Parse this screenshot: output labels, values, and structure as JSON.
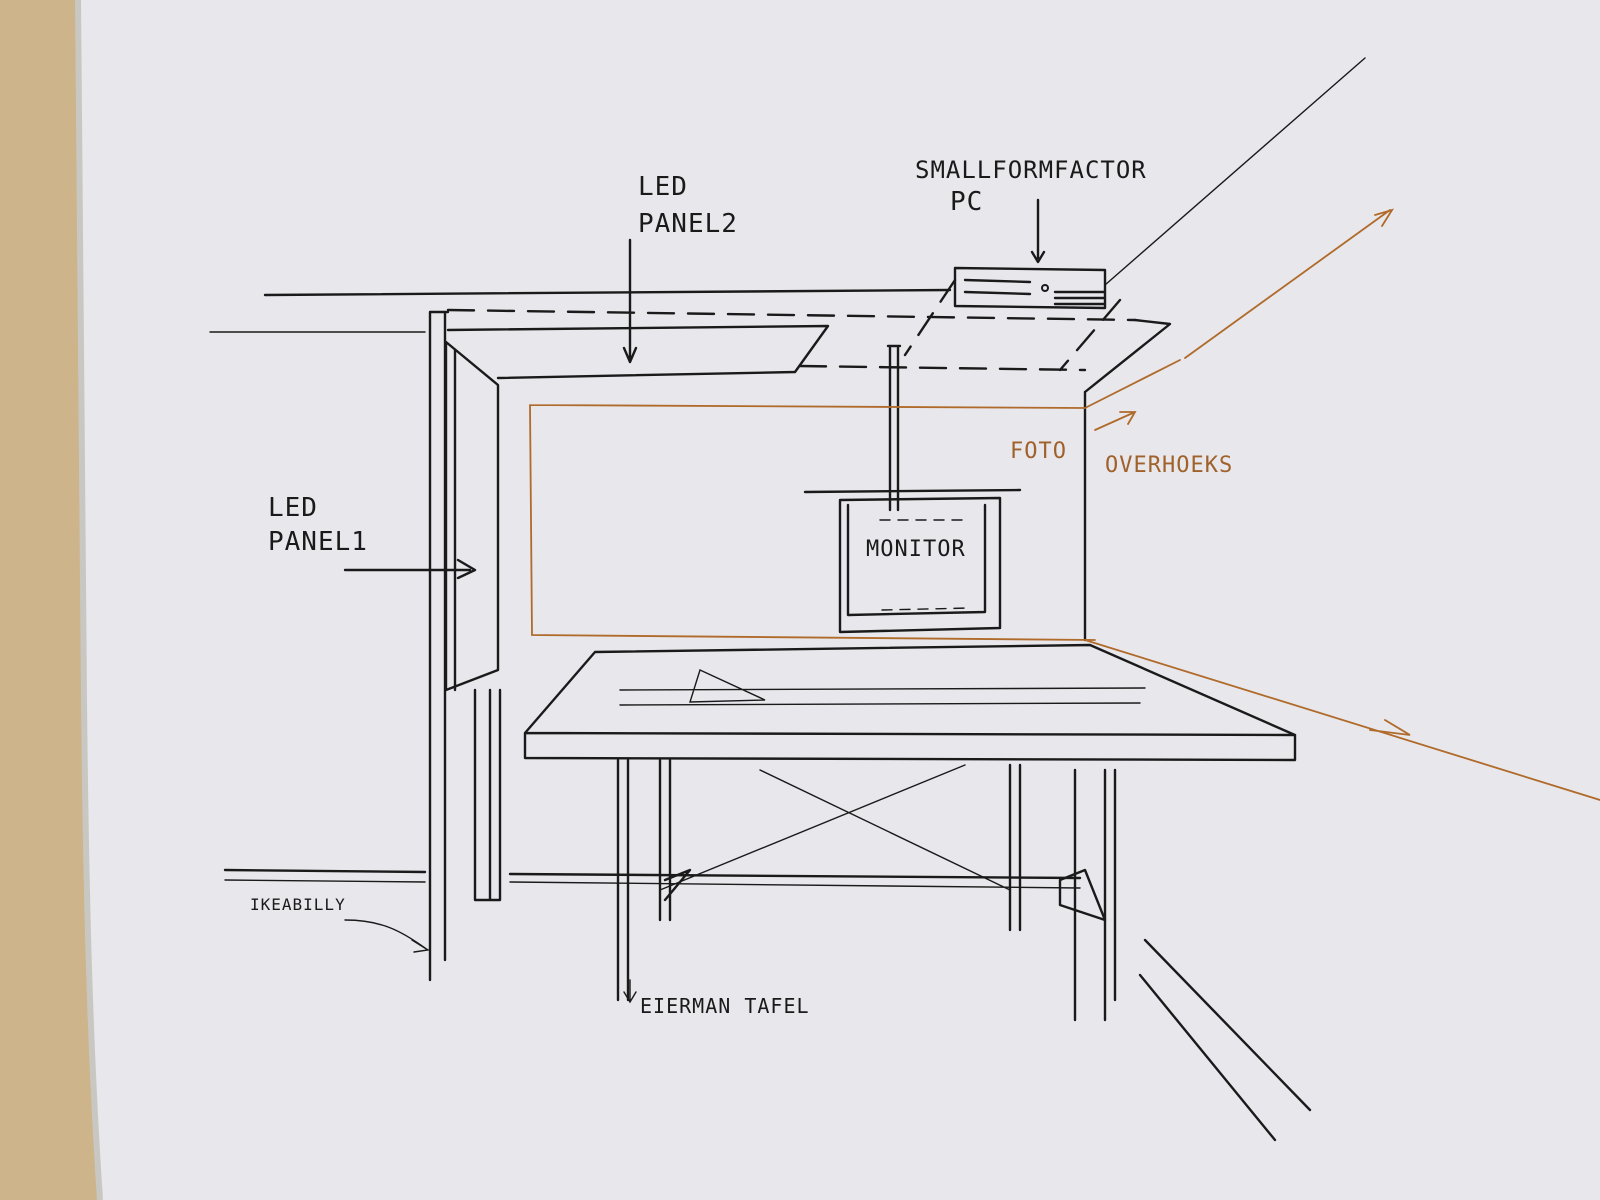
{
  "labels": {
    "led_panel_2": [
      "LED",
      "PANEL2"
    ],
    "led_panel_1": [
      "LED",
      "PANEL1"
    ],
    "small_form_factor_pc": [
      "SMALLFORMFACTOR",
      "PC"
    ],
    "monitor": "MONITOR",
    "foto": "FOTO",
    "overhoeks": "OVERHOEKS",
    "ikea_billy": "IKEABILLY",
    "eierman_tafel": "EIERMAN TAFEL"
  },
  "colors": {
    "paper": "#e9e9ed",
    "ink": "#1a1a1a",
    "orange_ink": "#b06a2a",
    "background": "#cdb48a"
  }
}
